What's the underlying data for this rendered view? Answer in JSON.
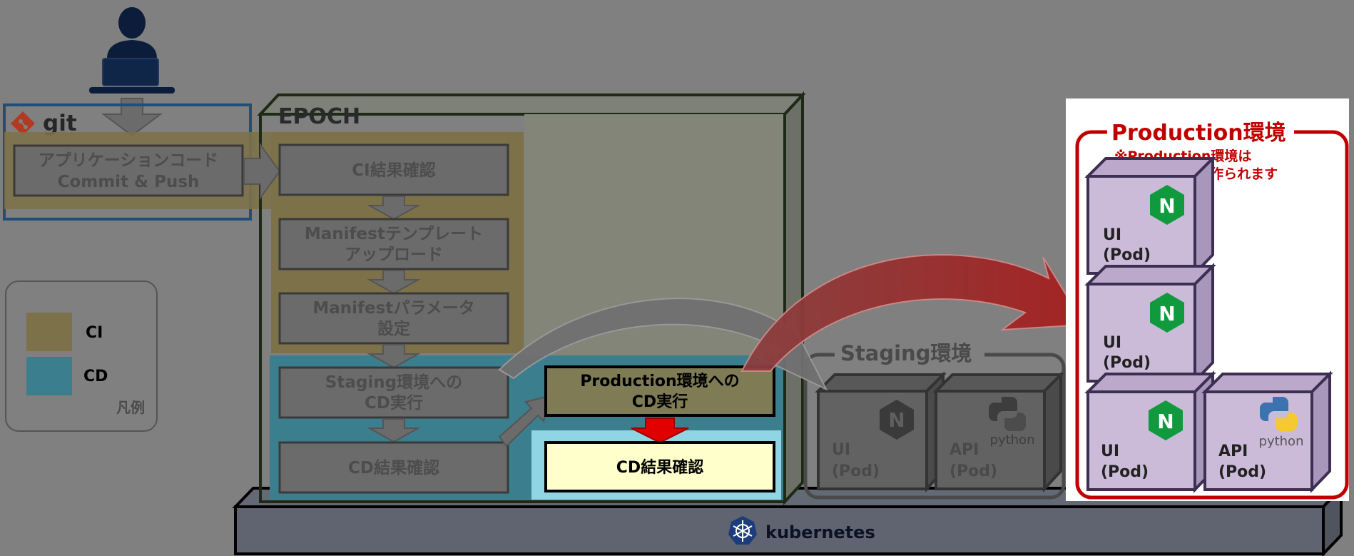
{
  "git": {
    "logo_text": "git",
    "commit_line1": "アプリケーションコード",
    "commit_line2": "Commit & Push"
  },
  "epoch": {
    "title": "EPOCH",
    "steps": {
      "ci_check": "CI結果確認",
      "manifest_upload_1": "Manifestテンプレート",
      "manifest_upload_2": "アップロード",
      "manifest_param_1": "Manifestパラメータ",
      "manifest_param_2": "設定",
      "staging_cd_1": "Staging環境への",
      "staging_cd_2": "CD実行",
      "cd_check": "CD結果確認",
      "prod_cd_1": "Production環境への",
      "prod_cd_2": "CD実行",
      "prod_cd_check": "CD結果確認"
    }
  },
  "legend": {
    "ci_label": "CI",
    "cd_label": "CD",
    "caption": "凡例",
    "ci_color": "#7d7149",
    "cd_color": "#3b7e8d"
  },
  "staging": {
    "title": "Staging環境",
    "ui_pod_1": "UI",
    "ui_pod_2": "(Pod)",
    "api_pod_1": "API",
    "api_pod_2": "(Pod)",
    "python_label": "python"
  },
  "production": {
    "title": "Production環境",
    "note_1": "※Production環境は",
    "note_2": "API Podが3つ作られます",
    "ui_pod_1": "UI",
    "ui_pod_2": "(Pod)",
    "api_pod_1": "API",
    "api_pod_2": "(Pod)",
    "python_label": "python",
    "nginx_letter": "N"
  },
  "kubernetes": {
    "label": "kubernetes"
  },
  "colors": {
    "accent_red": "#c00000",
    "pod_purple": "#cbbad8",
    "pod_border": "#3c2f52",
    "nginx_green": "#119a3d"
  }
}
